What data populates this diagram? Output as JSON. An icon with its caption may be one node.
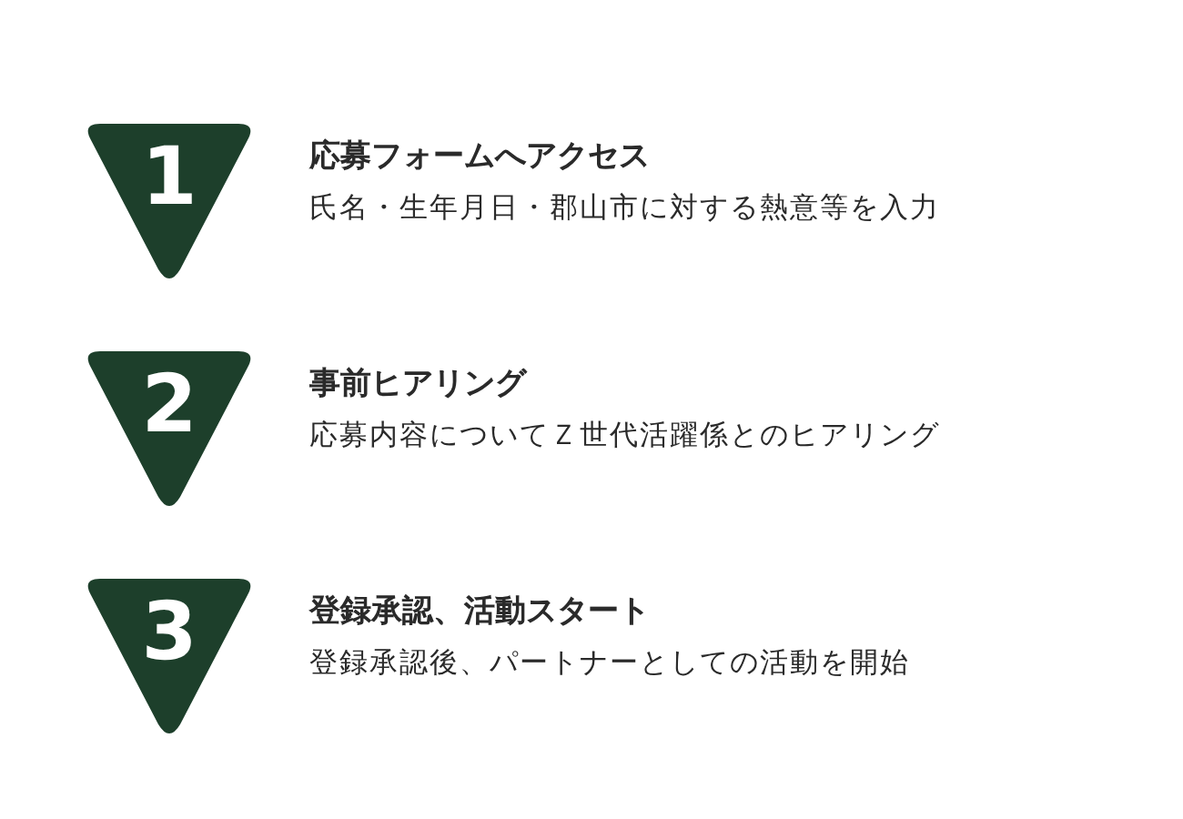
{
  "diagram": {
    "nodes": [
      {
        "text": [
          "1"
        ],
        "beside": [
          "応募フォームへアクセス",
          "氏名・生年月日・郡山市に対する熱意等を入力"
        ]
      },
      {
        "text": [
          "2"
        ],
        "beside": [
          "事前ヒアリング",
          "応募内容についてＺ世代活躍係とのヒアリング"
        ]
      },
      {
        "text": [
          "3"
        ],
        "beside": [
          "登録承認、活動スタート",
          "登録承認後、パートナーとしての活動を開始"
        ]
      }
    ],
    "edges": []
  }
}
